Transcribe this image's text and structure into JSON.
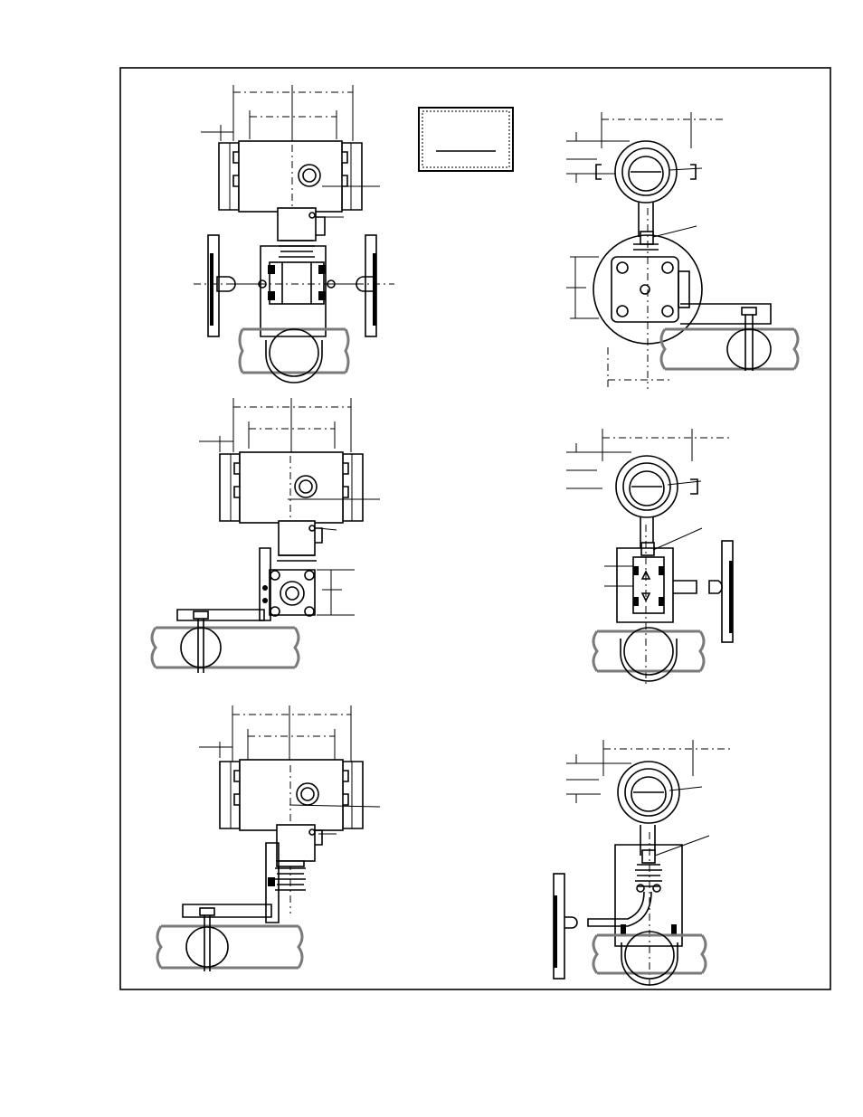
{
  "figure": {
    "views": [
      {
        "id": "view-a",
        "label": ""
      },
      {
        "id": "view-b",
        "label": ""
      },
      {
        "id": "view-c",
        "label": ""
      },
      {
        "id": "view-d",
        "label": ""
      },
      {
        "id": "view-e",
        "label": ""
      },
      {
        "id": "view-f",
        "label": ""
      }
    ],
    "note_box": {
      "text": ""
    },
    "colors": {
      "line": "#000000",
      "pipe_outline": "#7a7a7a",
      "background": "#ffffff"
    }
  }
}
